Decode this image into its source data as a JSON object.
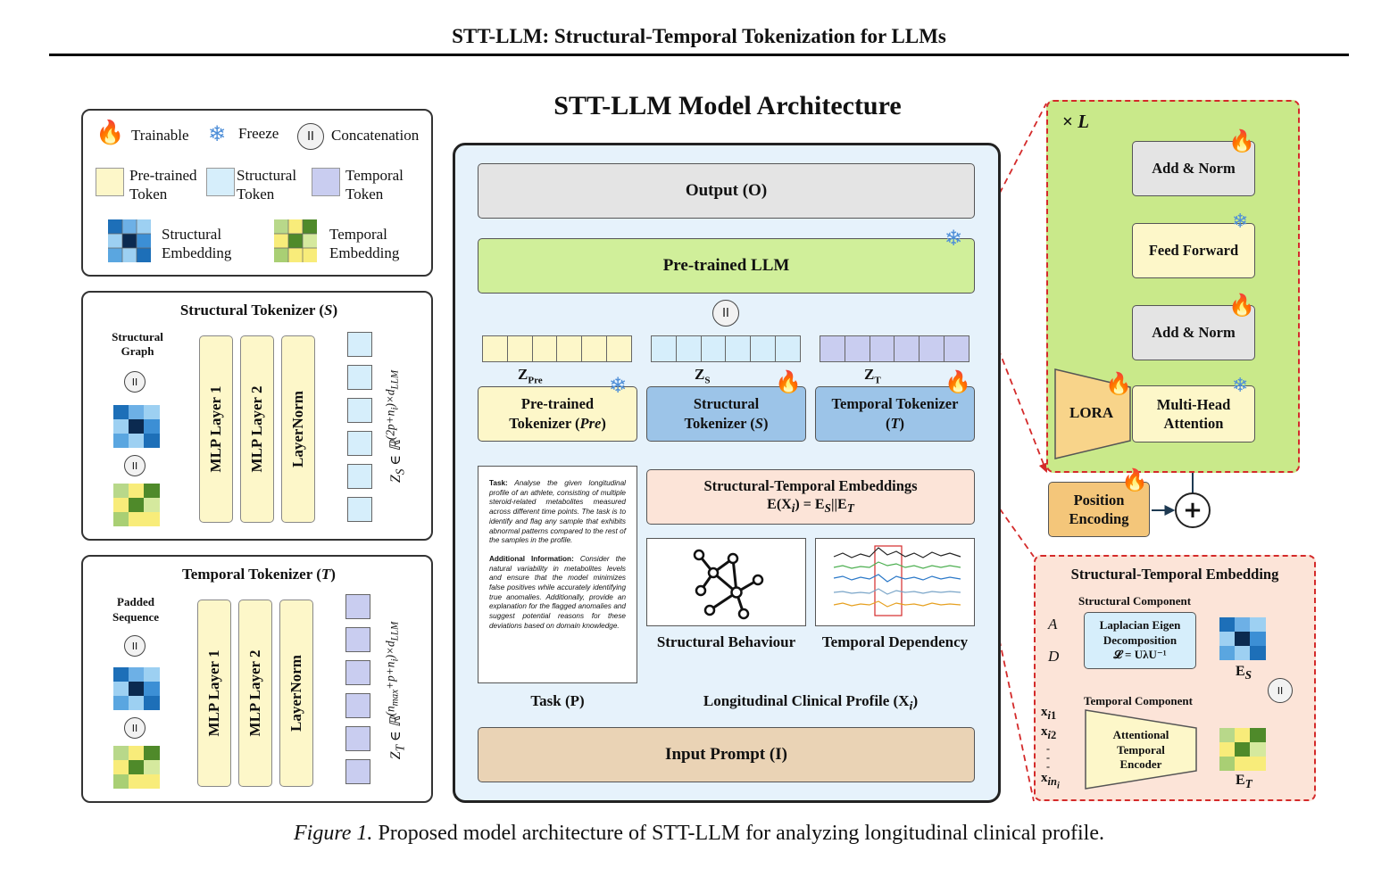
{
  "header": {
    "title": "STT-LLM: Structural-Temporal Tokenization for LLMs"
  },
  "diagram_title": "STT-LLM Model Architecture",
  "legend": {
    "trainable": "Trainable",
    "freeze": "Freeze",
    "concat_symbol": "II",
    "concatenation": "Concatenation",
    "pretrained_token": [
      "Pre-trained",
      "Token"
    ],
    "structural_token": [
      "Structural",
      "Token"
    ],
    "temporal_token": [
      "Temporal",
      "Token"
    ],
    "structural_embedding": [
      "Structural",
      "Embedding"
    ],
    "temporal_embedding": [
      "Temporal",
      "Embedding"
    ]
  },
  "structural_tokenizer": {
    "title": "Structural Tokenizer (S)",
    "input_label": [
      "Structural",
      "Graph"
    ],
    "layers": [
      "MLP Layer 1",
      "MLP Layer 2",
      "LayerNorm"
    ],
    "dim": "Z_S ∈ ℝ^((2p+n_i)×d_LLM)"
  },
  "temporal_tokenizer": {
    "title": "Temporal Tokenizer (T)",
    "input_label": [
      "Padded",
      "Sequence"
    ],
    "layers": [
      "MLP Layer 1",
      "MLP Layer 2",
      "LayerNorm"
    ],
    "dim": "Z_T ∈ ℝ^((n_max+p+n_i)×d_LLM)"
  },
  "center": {
    "output": "Output (O)",
    "llm": "Pre-trained LLM",
    "z_pre": "Z",
    "z_pre_sub": "Pre",
    "z_s": "Z",
    "z_s_sub": "S",
    "z_t": "Z",
    "z_t_sub": "T",
    "pre_tokenizer": [
      "Pre-trained",
      "Tokenizer (Pre)"
    ],
    "s_tokenizer": [
      "Structural",
      "Tokenizer (S)"
    ],
    "t_tokenizer": [
      "Temporal Tokenizer",
      "(T)"
    ],
    "task_heading": "Task:",
    "task_text": "Analyse the given longitudinal profile of an athlete, consisting of multiple steroid-related metabolites measured across different time points. The task is to identify and flag any sample that exhibits abnormal patterns compared to the rest of the samples in the profile.",
    "addinfo_heading": "Additional Information:",
    "addinfo_text": "Consider the natural variability in metabolites levels and ensure that the model minimizes false positives while accurately identifying true anomalies. Additionally, provide an explanation for the flagged anomalies and suggest potential reasons for these deviations based on domain knowledge.",
    "task_label": "Task (P)",
    "emb_title": "Structural-Temporal Embeddings",
    "emb_formula": "E(X_i) = E_S||E_T",
    "struct_behaviour": "Structural Behaviour",
    "temporal_dependency": "Temporal Dependency",
    "profile_label": "Longitudinal Clinical Profile (X_i)",
    "input_prompt": "Input Prompt (I)"
  },
  "transformer": {
    "repeat": "× L",
    "add_norm_top": "Add & Norm",
    "feed_forward": "Feed Forward",
    "add_norm_bottom": "Add & Norm",
    "mha": [
      "Multi-Head",
      "Attention"
    ],
    "lora": "LORA",
    "position_encoding": [
      "Position",
      "Encoding"
    ],
    "plus": "+"
  },
  "st_embedding": {
    "title": "Structural-Temporal Embedding",
    "structural_component": "Structural Component",
    "a": "A",
    "d": "D",
    "laplacian": [
      "Laplacian Eigen",
      "Decomposition",
      "𝓛 = UλU⁻¹"
    ],
    "es": "E_S",
    "temporal_component": "Temporal Component",
    "x_inputs": [
      "x_i1",
      "x_i2",
      "x_in_i"
    ],
    "encoder": [
      "Attentional",
      "Temporal",
      "Encoder"
    ],
    "et": "E_T"
  },
  "caption": {
    "prefix": "Figure 1.",
    "text": " Proposed model architecture of STT-LLM for analyzing longitudinal clinical profile."
  },
  "colors": {
    "llm_green": "#d0ef9a",
    "center_bg": "#e6f2fb",
    "tokenizer_blue": "#9cc4e8",
    "pretrained_yellow": "#fdf7c9",
    "embedding_peach": "#fce4d8",
    "input_tan": "#ead3b5",
    "dashed_red": "#d42a2a"
  }
}
